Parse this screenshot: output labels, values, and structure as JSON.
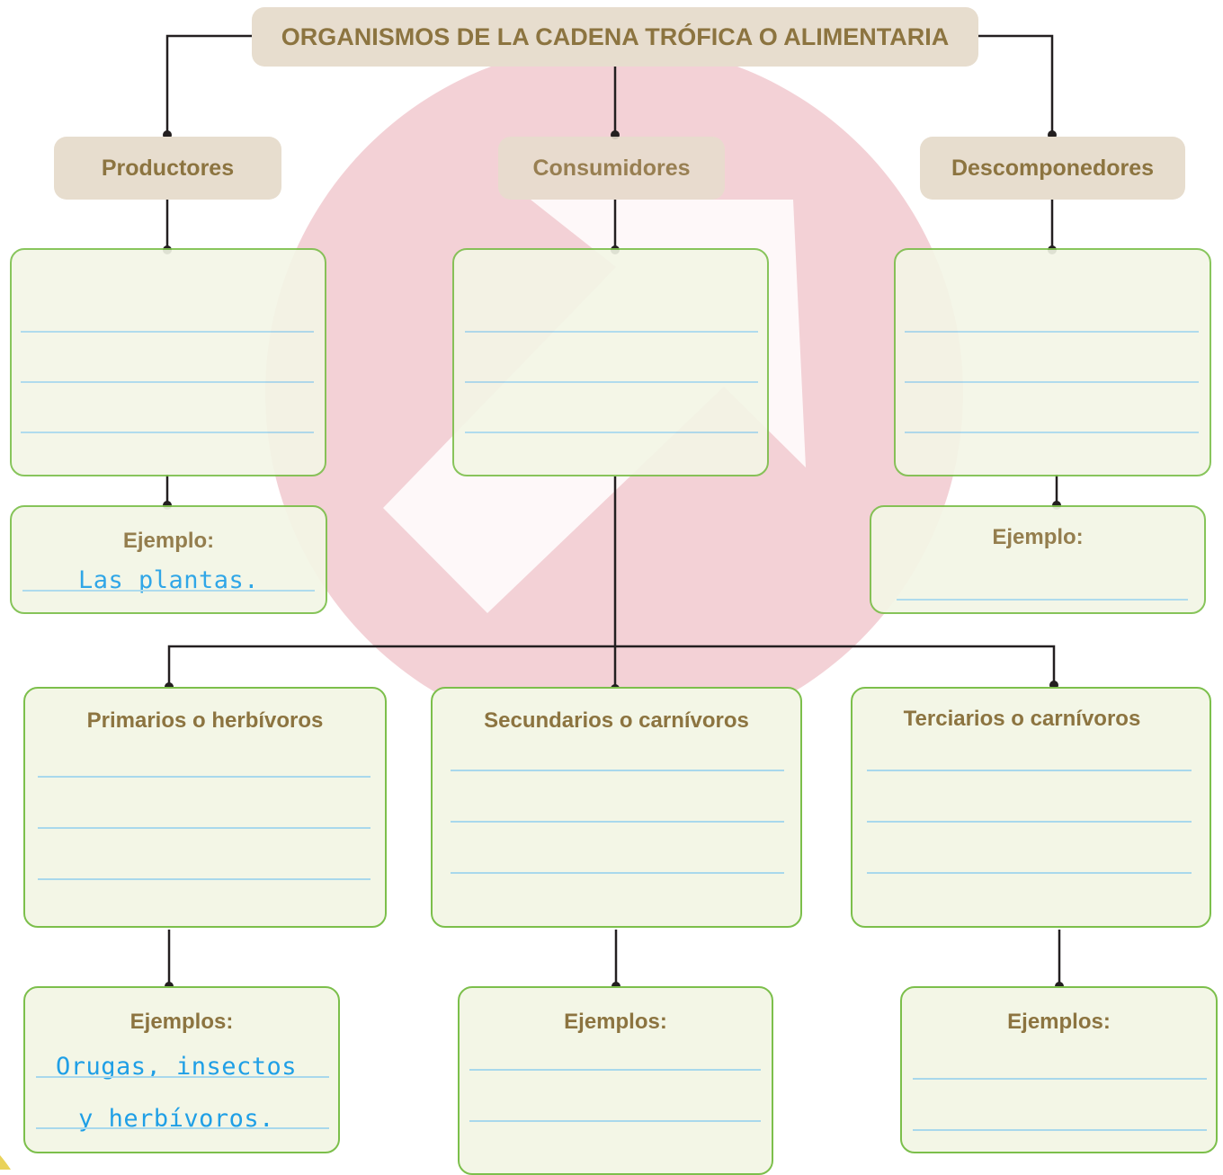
{
  "header": {
    "title": "ORGANISMOS DE LA CADENA TRÓFICA O ALIMENTARIA"
  },
  "categories": {
    "productores": "Productores",
    "consumidores": "Consumidores",
    "descomponedores": "Descomponedores"
  },
  "productores_example": {
    "label": "Ejemplo:",
    "answer": "Las plantas."
  },
  "descomponedores_example": {
    "label": "Ejemplo:"
  },
  "consumer_types": {
    "primarios": "Primarios o herbívoros",
    "secundarios": "Secundarios o carnívoros",
    "terciarios": "Terciarios o carnívoros"
  },
  "primarios_examples": {
    "label": "Ejemplos:",
    "answer_line1": "Orugas, insectos",
    "answer_line2": "y herbívoros."
  },
  "secundarios_examples": {
    "label": "Ejemplos:"
  },
  "terciarios_examples": {
    "label": "Ejemplos:"
  },
  "colors": {
    "header_fill": "#e7ddce",
    "header_text": "#8c7440",
    "box_fill": "#f3f6e6",
    "box_border": "#7cbf4b",
    "writing_line": "#a8d8ec",
    "handwriting": "#1f9fe6",
    "connector": "#231f20",
    "watermark": "#e8a4ae"
  }
}
